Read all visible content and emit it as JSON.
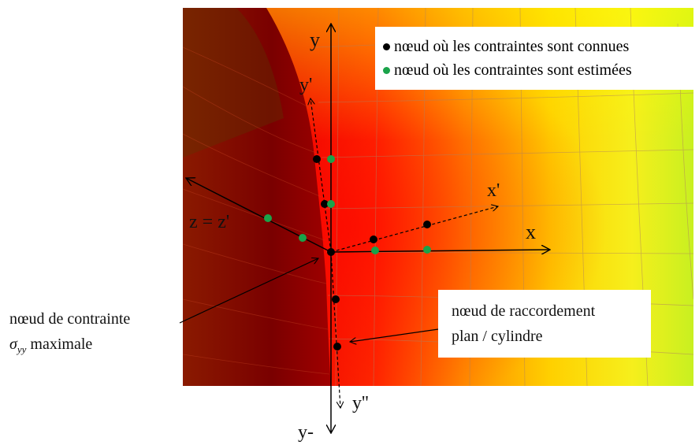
{
  "axes": {
    "y": "y",
    "y_prime": "y'",
    "x": "x",
    "x_prime": "x'",
    "z": "z = z'",
    "y_double_prime": "y''",
    "y_minus": "y-"
  },
  "legend": {
    "known": {
      "text": "nœud où les contraintes sont connues",
      "color": "#000000"
    },
    "estimated": {
      "text": "nœud où les contraintes sont estimées",
      "color": "#1aa34a"
    }
  },
  "annotations": {
    "max_stress_line1": "nœud de contrainte",
    "max_stress_sigma": "σ",
    "max_stress_sub": "yy",
    "max_stress_suffix": "maximale",
    "junction_line1": "nœud de raccordement",
    "junction_line2": "plan / cylindre"
  },
  "colors": {
    "red": "#e00000",
    "dark_red": "#7a0000",
    "yellow": "#f6ef1c",
    "green_yellow": "#c8f020"
  }
}
